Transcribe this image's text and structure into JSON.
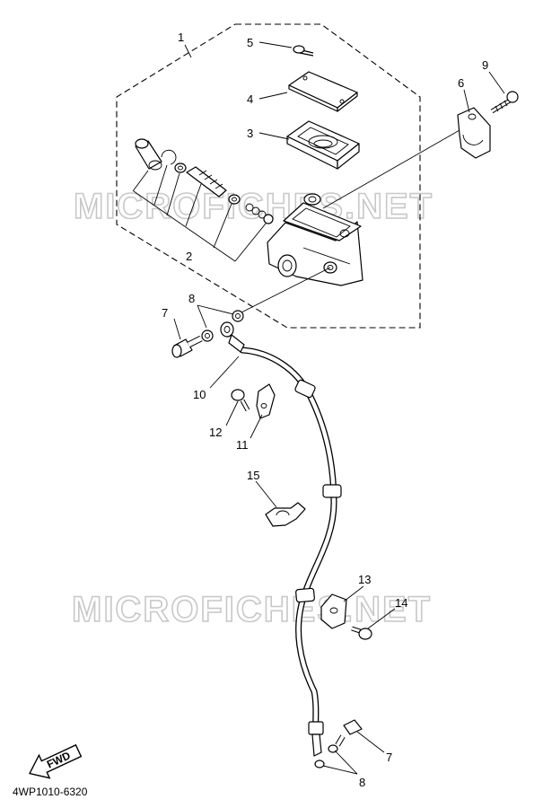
{
  "watermark": "MICROFICHES.NET",
  "drawing_code": "4WP1010-6320",
  "fwd_label": "FWD",
  "callouts": {
    "c1": "1",
    "c2": "2",
    "c3": "3",
    "c4": "4",
    "c5": "5",
    "c6": "6",
    "c7a": "7",
    "c7b": "7",
    "c8a": "8",
    "c8b": "8",
    "c9": "9",
    "c10": "10",
    "c11": "11",
    "c12": "12",
    "c13": "13",
    "c14": "14",
    "c15": "15"
  }
}
